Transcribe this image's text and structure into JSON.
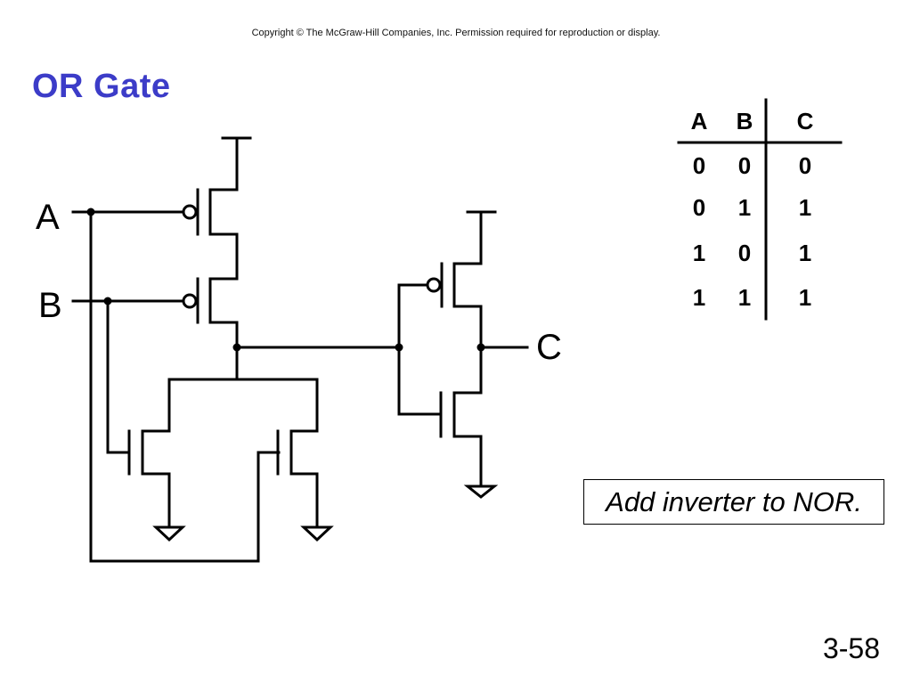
{
  "copyright": "Copyright © The McGraw-Hill Companies, Inc.  Permission required for reproduction or display.",
  "title": "OR Gate",
  "circuit": {
    "input_a": "A",
    "input_b": "B",
    "output_c": "C"
  },
  "truth_table": {
    "headers": [
      "A",
      "B",
      "C"
    ],
    "rows": [
      [
        "0",
        "0",
        "0"
      ],
      [
        "0",
        "1",
        "1"
      ],
      [
        "1",
        "0",
        "1"
      ],
      [
        "1",
        "1",
        "1"
      ]
    ]
  },
  "note": "Add inverter to NOR.",
  "slide_number": "3-58"
}
